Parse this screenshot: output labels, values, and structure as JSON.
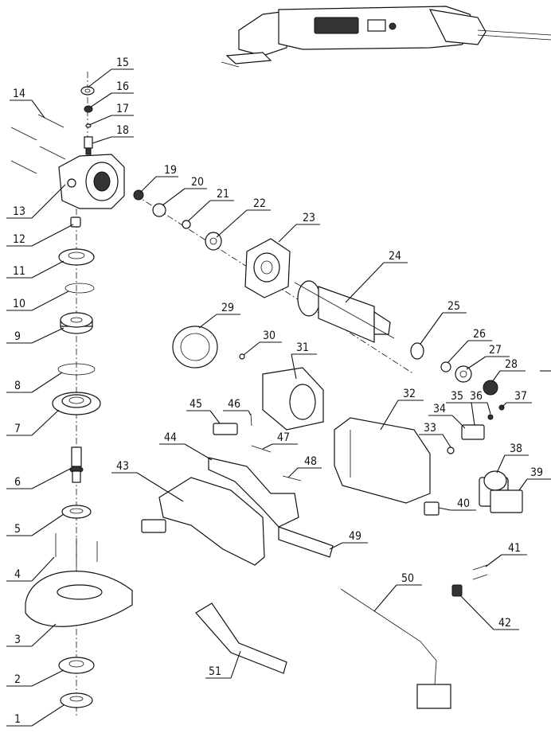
{
  "diagram": {
    "part_numbers": [
      "1",
      "2",
      "3",
      "4",
      "5",
      "6",
      "7",
      "8",
      "9",
      "10",
      "11",
      "12",
      "13",
      "14",
      "15",
      "16",
      "17",
      "18",
      "19",
      "20",
      "21",
      "22",
      "23",
      "24",
      "25",
      "26",
      "27",
      "28",
      "29",
      "30",
      "31",
      "32",
      "33",
      "34",
      "35",
      "36",
      "37",
      "38",
      "39",
      "40",
      "41",
      "42",
      "43",
      "44",
      "45",
      "46",
      "47",
      "48",
      "49",
      "50",
      "51"
    ]
  }
}
